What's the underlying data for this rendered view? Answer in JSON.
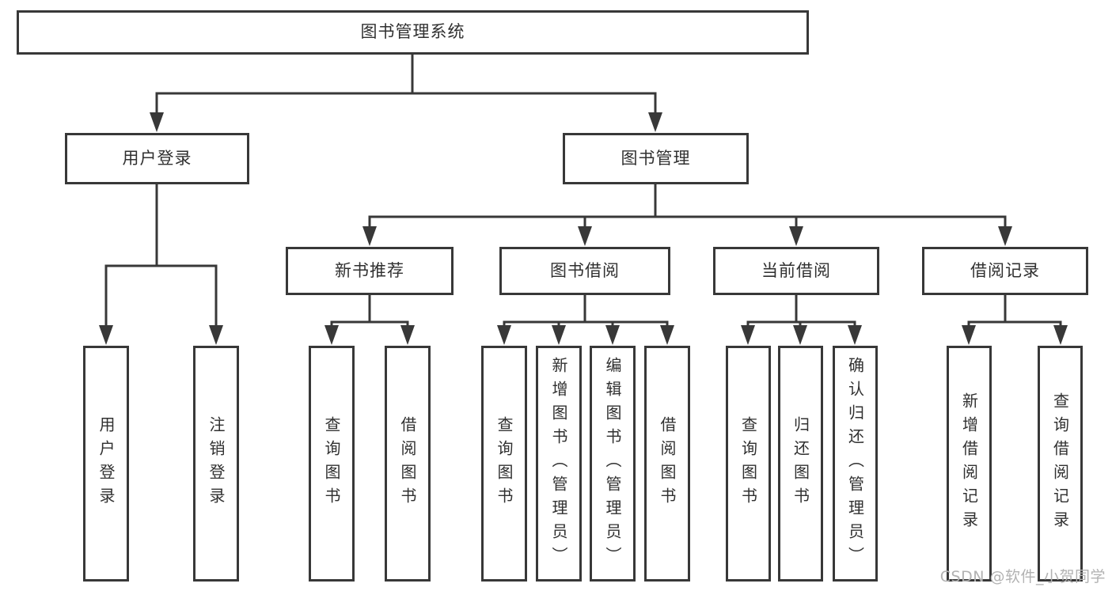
{
  "nodes": {
    "root": "图书管理系统",
    "user_login": "用户登录",
    "book_management": "图书管理",
    "new_book_recommend": "新书推荐",
    "book_borrow": "图书借阅",
    "current_borrow": "当前借阅",
    "borrow_records": "借阅记录",
    "leaves": {
      "user_login": "用户登录",
      "logout": "注销登录",
      "query_book_1": "查询图书",
      "borrow_book_1": "借阅图书",
      "query_book_2": "查询图书",
      "add_book_admin": "新增图书（管理员）",
      "edit_book_admin": "编辑图书（管理员）",
      "borrow_book_2": "借阅图书",
      "query_book_3": "查询图书",
      "return_book": "归还图书",
      "confirm_return_admin": "确认归还（管理员）",
      "add_borrow_record": "新增借阅记录",
      "query_borrow_record": "查询借阅记录"
    }
  },
  "watermark": "CSDN @软件_小贺同学",
  "colors": {
    "line": "#383838",
    "text": "#303030",
    "background": "#ffffff",
    "watermark": "#b2b2b2"
  }
}
